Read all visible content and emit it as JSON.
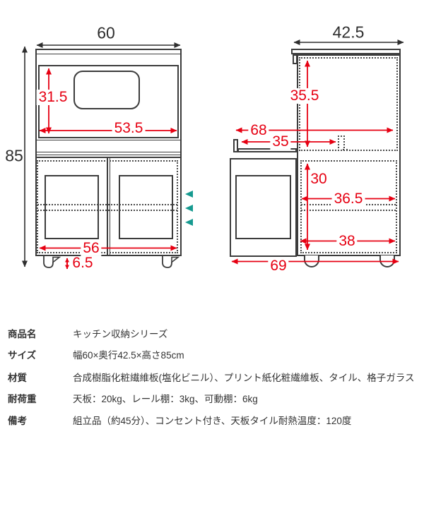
{
  "diagram": {
    "front_view": {
      "width_cm": "60",
      "height_cm": "85",
      "opening_height_cm": "31.5",
      "opening_width_cm": "53.5",
      "inner_width_cm": "56",
      "caster_height_cm": "6.5"
    },
    "side_view": {
      "depth_cm": "42.5",
      "upper_inner_height_cm": "35.5",
      "slide_shelf_extended_cm": "68",
      "slide_shelf_depth_cm": "35",
      "lower_inner_height_cm": "30",
      "shelf_depth_cm": "36.5",
      "bottom_inner_depth_cm": "38",
      "total_depth_open_cm": "69"
    },
    "colors": {
      "dimension_red": "#e60012",
      "line_black": "#3c3c3c",
      "shelf_marker_teal": "#169a90"
    }
  },
  "spec_table": {
    "rows": [
      {
        "label": "商品名",
        "value": "キッチン収納シリーズ"
      },
      {
        "label": "サイズ",
        "value": "幅60×奥行42.5×高さ85cm"
      },
      {
        "label": "材質",
        "value": "合成樹脂化粧繊維板(塩化ビニル）、プリント紙化粧繊維板、タイル、格子ガラス"
      },
      {
        "label": "耐荷重",
        "value": "天板：20kg、レール棚：3kg、可動棚：6kg"
      },
      {
        "label": "備考",
        "value": "組立品（約45分）、コンセント付き、天板タイル耐熱温度：120度"
      }
    ]
  }
}
